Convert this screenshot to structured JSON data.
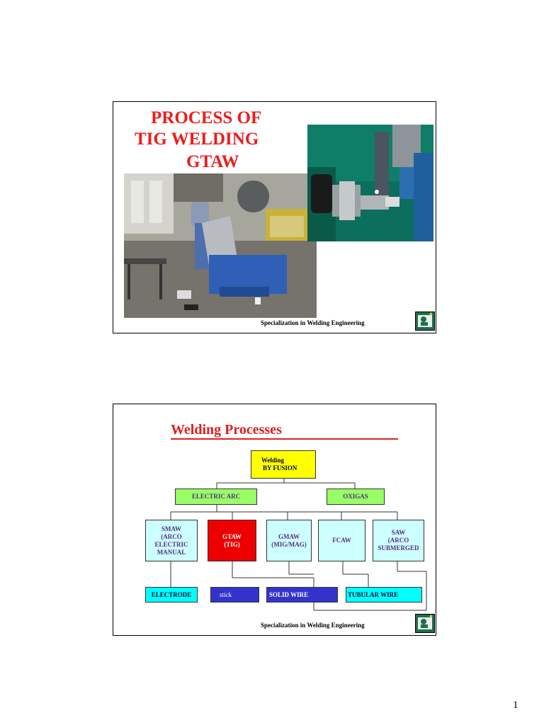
{
  "slide1": {
    "title_lines": [
      "PROCESS OF",
      "TIG WELDING",
      "GTAW"
    ],
    "footer": "Specialization in Welding Engineering",
    "logo_icon": "welder-logo-icon"
  },
  "slide2": {
    "title": "Welding Processes",
    "root": {
      "line1": "Welding",
      "line2": "BY FUSION"
    },
    "level1": [
      "ELECTRIC ARC",
      "OXIGAS"
    ],
    "processes": [
      {
        "lines": [
          "SMAW",
          "(ARCO",
          "ELECTRIC",
          "MANUAL"
        ]
      },
      {
        "lines": [
          "GTAW",
          "(TIG)"
        ]
      },
      {
        "lines": [
          "GMAW",
          "(MIG/MAG)"
        ]
      },
      {
        "lines": [
          "FCAW"
        ]
      },
      {
        "lines": [
          "SAW",
          "(ARCO",
          "SUBMERGED"
        ]
      }
    ],
    "consumables": [
      "ELECTRODE",
      "stick",
      "SOLID WIRE",
      "TUBULAR WIRE"
    ],
    "footer": "Specialization in Welding Engineering",
    "logo_icon": "welder-logo-icon"
  },
  "page_number": "1",
  "colors": {
    "title_red": "#ee1c1c",
    "root_yellow": "#ffff00",
    "level1_green": "#99ff66",
    "process_cyan": "#ccffff",
    "gtaw_red": "#ee0000",
    "electrode_cyan": "#00ffff",
    "wire_blue": "#3333cc"
  }
}
